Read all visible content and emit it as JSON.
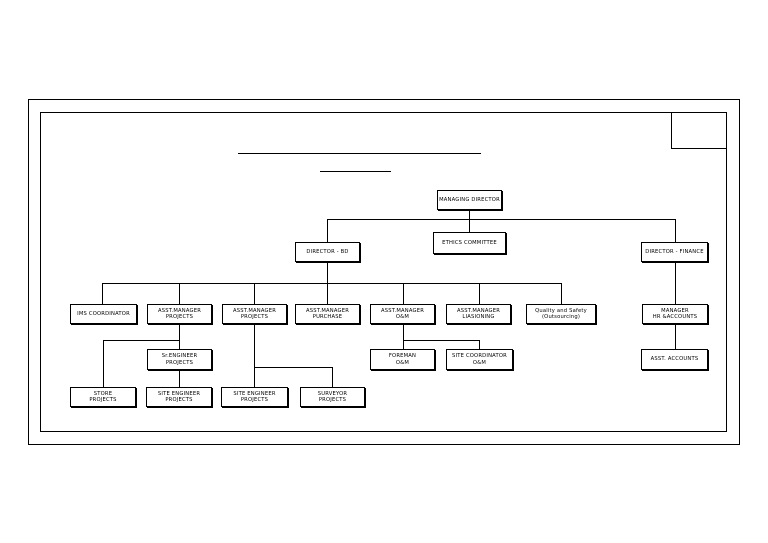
{
  "chart": {
    "managing_director": "MANAGING DIRECTOR",
    "ethics_committee": "ETHICS COMMITTEE",
    "director_bd": "DIRECTOR - BD",
    "director_finance": "DIRECTOR - FINANCE",
    "ims_coordinator": "IMS COORDINATOR",
    "asst_mgr_projects_1": {
      "line1": "ASST.MANAGER",
      "line2": "PROJECTS"
    },
    "asst_mgr_projects_2": {
      "line1": "ASST.MANAGER",
      "line2": "PROJECTS"
    },
    "asst_mgr_purchase": {
      "line1": "ASST.MANAGER",
      "line2": "PURCHASE"
    },
    "asst_mgr_om": {
      "line1": "ASST.MANAGER",
      "line2": "O&M"
    },
    "asst_mgr_liasioning": {
      "line1": "ASST.MANAGER",
      "line2": "LIASIONING"
    },
    "quality_safety": {
      "line1": "Quality and Safety",
      "line2": "(Outsourcing)"
    },
    "manager_hr": {
      "line1": "MANAGER",
      "line2": "HR &ACCOUNTS"
    },
    "sr_engineer": {
      "line1": "Sr.ENGINEER",
      "line2": "PROJECTS"
    },
    "foreman": {
      "line1": "FOREMAN",
      "line2": "O&M"
    },
    "site_coordinator": {
      "line1": "SITE COORDINATOR",
      "line2": "O&M"
    },
    "asst_accounts": "ASST. ACCOUNTS",
    "store": {
      "line1": "STORE",
      "line2": "PROJECTS"
    },
    "site_engineer_1": {
      "line1": "SITE ENGINEER",
      "line2": "PROJECTS"
    },
    "site_engineer_2": {
      "line1": "SITE ENGINEER",
      "line2": "PROJECTS"
    },
    "surveyor": {
      "line1": "SURVEYOR",
      "line2": "PROJECTS"
    }
  }
}
